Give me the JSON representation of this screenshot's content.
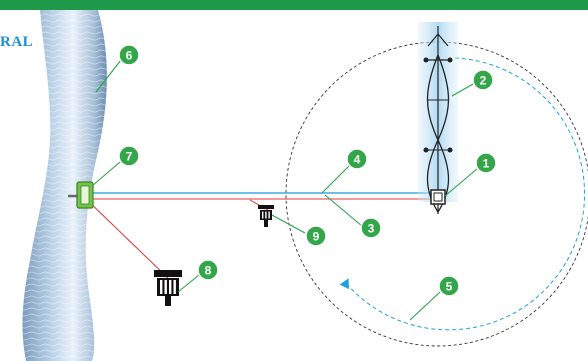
{
  "header": {
    "title_fragment": "RAL",
    "bar_color": "#1f9a4a"
  },
  "colors": {
    "river_light": "#dbe8f3",
    "river_dark": "#7f9ebe",
    "pipe_blue": "#3da9e0",
    "pipe_green": "#2aa548",
    "pipe_red": "#e0343a",
    "callout_green": "#33a64a",
    "dashed_circle": "#333333",
    "rotation_arrow": "#1da1df"
  },
  "callouts": [
    {
      "number": "1",
      "name": "callout-1"
    },
    {
      "number": "2",
      "name": "callout-2"
    },
    {
      "number": "3",
      "name": "callout-3"
    },
    {
      "number": "4",
      "name": "callout-4"
    },
    {
      "number": "5",
      "name": "callout-5"
    },
    {
      "number": "6",
      "name": "callout-6"
    },
    {
      "number": "7",
      "name": "callout-7"
    },
    {
      "number": "8",
      "name": "callout-8"
    },
    {
      "number": "9",
      "name": "callout-9"
    }
  ],
  "icons": {
    "center_pivot_tower": "pivot-tower-icon",
    "water_source": "river-icon",
    "pump": "pump-station-icon",
    "filter_large": "filter-unit-icon",
    "filter_small": "small-filter-unit-icon",
    "rotation": "rotation-arrow-icon"
  }
}
